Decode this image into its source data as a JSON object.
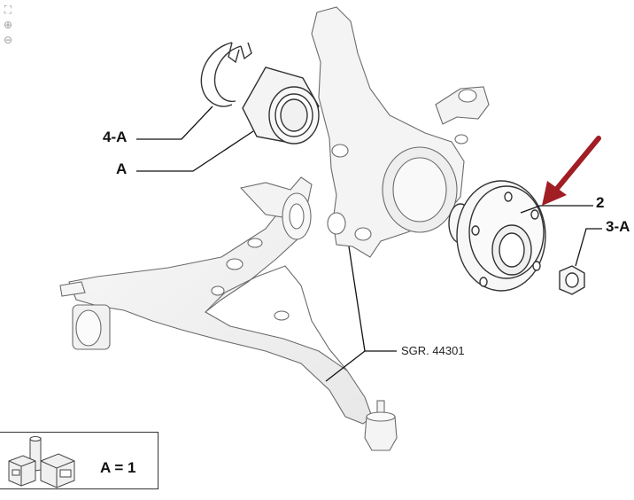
{
  "toolbar": {
    "fit_icon": "fit-screen-icon",
    "zoom_in_icon": "zoom-in-icon",
    "zoom_out_icon": "zoom-out-icon"
  },
  "callouts": {
    "snap_ring": "4-A",
    "bearing": "A",
    "hub": "2",
    "nut": "3-A"
  },
  "reference_note": "SGR. 44301",
  "legend": {
    "label": "A = 1"
  },
  "colors": {
    "line_art": "#333333",
    "arrow": "#a01e24",
    "wash": "#f2f2f2"
  }
}
